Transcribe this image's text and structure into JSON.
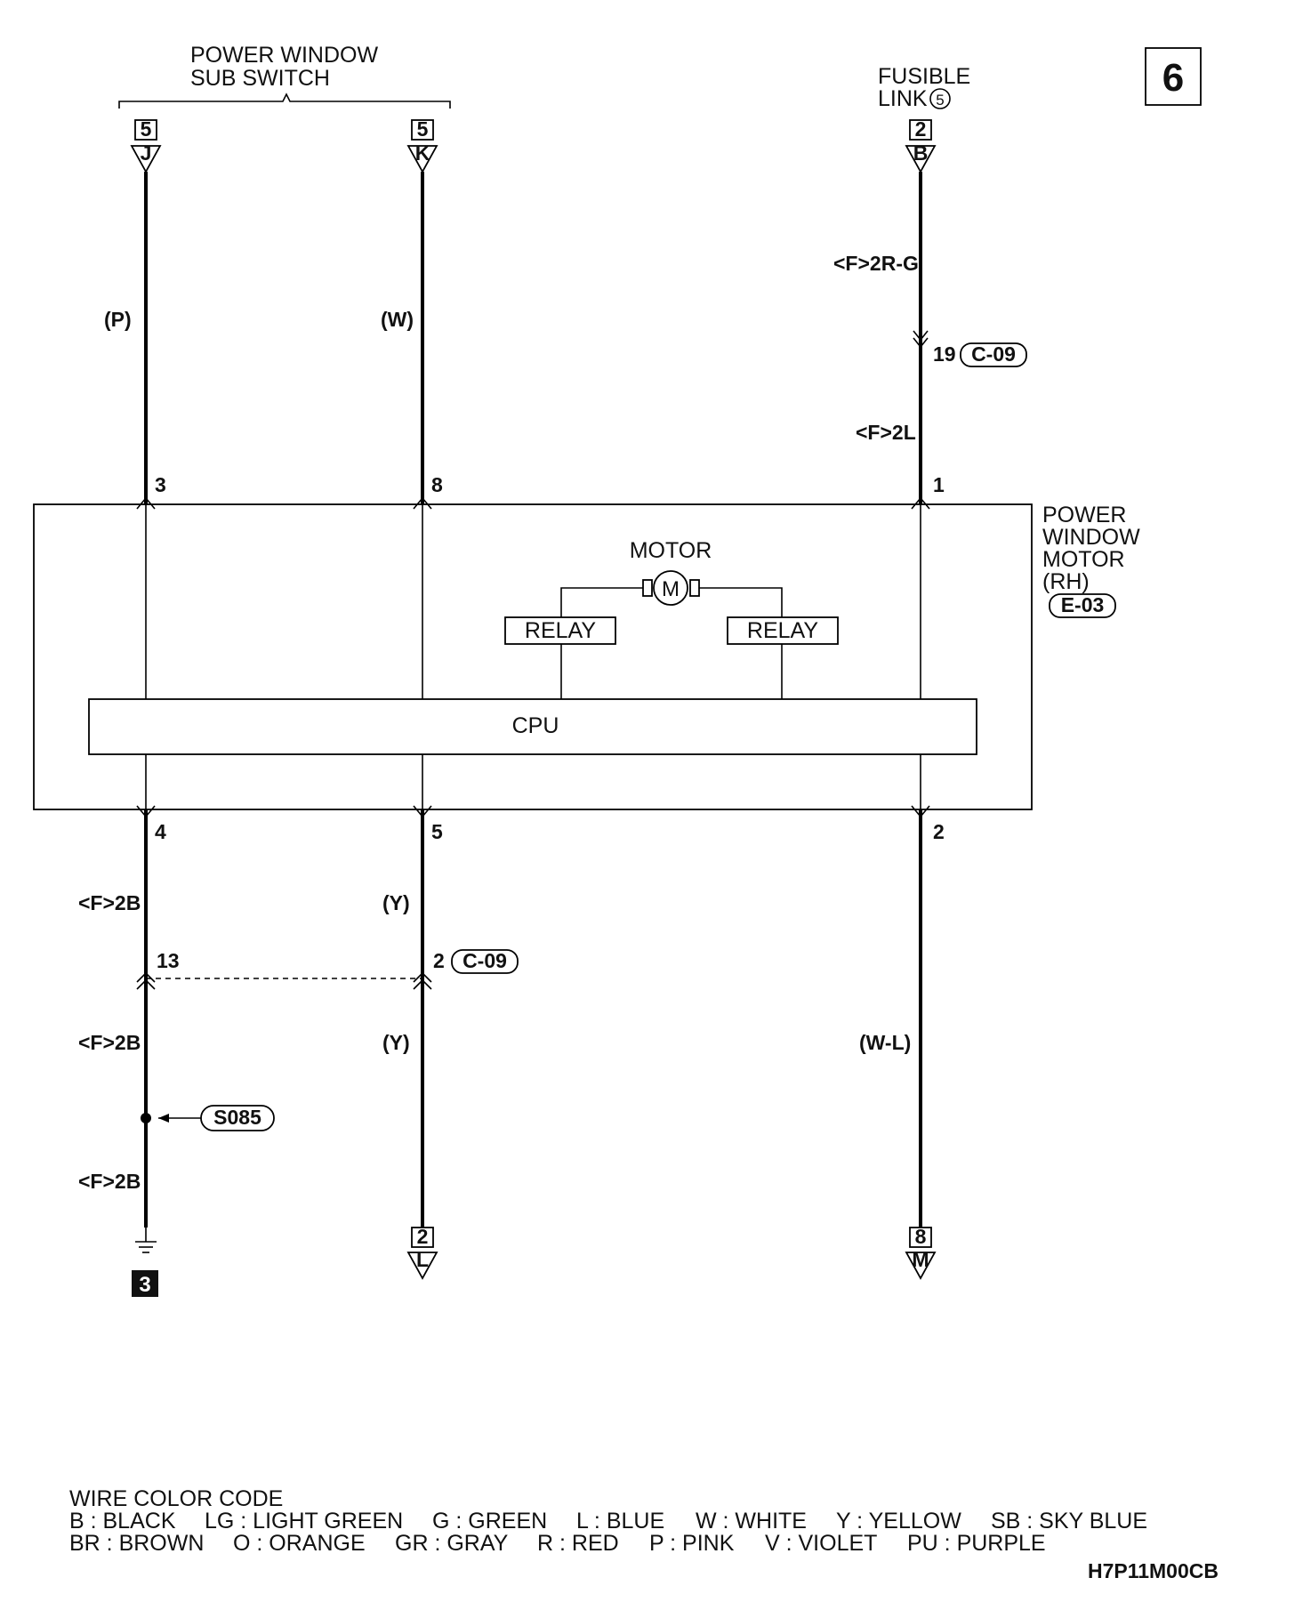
{
  "page_number": "6",
  "diagram_code": "H7P11M00CB",
  "sub_switch": {
    "title_line1": "POWER WINDOW",
    "title_line2": "SUB SWITCH",
    "conn_left": {
      "box": "5",
      "pin": "J"
    },
    "conn_right": {
      "box": "5",
      "pin": "K"
    }
  },
  "fusible_link": {
    "line1": "FUSIBLE",
    "line2": "LINK",
    "circled": "5",
    "conn": {
      "box": "2",
      "pin": "B"
    }
  },
  "wires": {
    "upper_left_color": "(P)",
    "upper_mid_color": "(W)",
    "upper_right_code1": "<F>2R-G",
    "upper_right_code2": "<F>2L",
    "c09_top_pin": "19",
    "c09_label": "C-09",
    "lower_left_code1": "<F>2B",
    "lower_left_code2": "<F>2B",
    "lower_left_code3": "<F>2B",
    "lower_mid_color1": "(Y)",
    "lower_mid_color2": "(Y)",
    "lower_right_color": "(W-L)",
    "c09_left_pin": "13",
    "c09_mid_pin": "2",
    "splice": "S085"
  },
  "motor_unit": {
    "line1": "POWER",
    "line2": "WINDOW",
    "line3": "MOTOR",
    "line4": "(RH)",
    "conn_code": "E-03",
    "motor_label": "MOTOR",
    "motor_symbol": "M",
    "relay_left": "RELAY",
    "relay_right": "RELAY",
    "cpu": "CPU",
    "pin_top_left": "3",
    "pin_top_mid": "8",
    "pin_top_right": "1",
    "pin_bot_left": "4",
    "pin_bot_mid": "5",
    "pin_bot_right": "2"
  },
  "bottom_connectors": {
    "ground_ref": "3",
    "mid": {
      "box": "2",
      "pin": "L"
    },
    "right": {
      "box": "8",
      "pin": "M"
    }
  },
  "legend": {
    "title": "WIRE COLOR CODE",
    "row1": [
      "B : BLACK",
      "LG : LIGHT GREEN",
      "G : GREEN",
      "L : BLUE",
      "W : WHITE",
      "Y : YELLOW",
      "SB : SKY BLUE"
    ],
    "row2": [
      "BR : BROWN",
      "O : ORANGE",
      "GR : GRAY",
      "R : RED",
      "P : PINK",
      "V : VIOLET",
      "PU : PURPLE"
    ]
  }
}
